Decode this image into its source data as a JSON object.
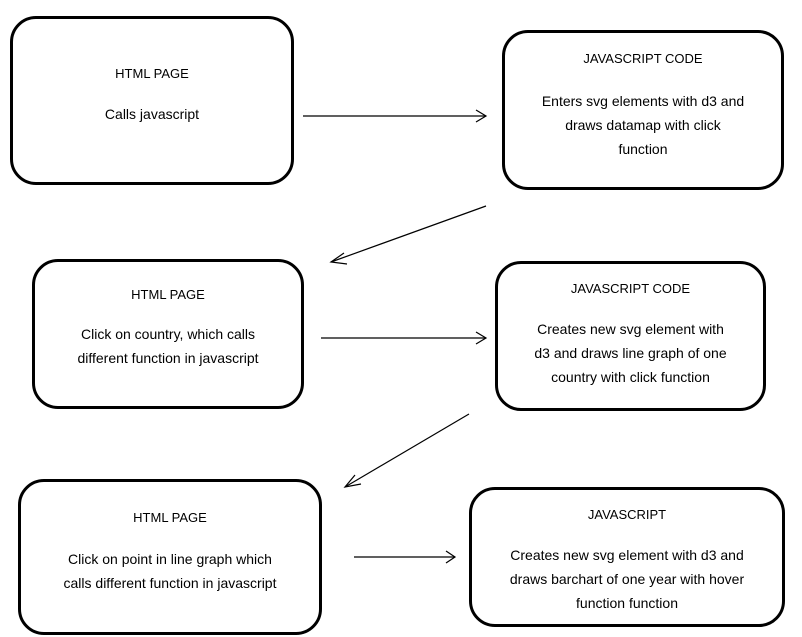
{
  "boxes": [
    {
      "title": "HTML PAGE",
      "lines": [
        "Calls javascript"
      ]
    },
    {
      "title": "JAVASCRIPT CODE",
      "lines": [
        "Enters svg elements with d3 and",
        "draws datamap with click",
        "function"
      ]
    },
    {
      "title": "HTML PAGE",
      "lines": [
        "Click on country, which calls",
        "different function in javascript"
      ]
    },
    {
      "title": "JAVASCRIPT CODE",
      "lines": [
        "Creates new svg element with",
        "d3 and draws line graph of one",
        "country with click function"
      ]
    },
    {
      "title": "HTML PAGE",
      "lines": [
        "Click on point in line graph which",
        "calls different function in javascript"
      ]
    },
    {
      "title": "JAVASCRIPT",
      "lines": [
        "Creates new svg element with d3 and",
        "draws barchart of one year with hover",
        "function function"
      ]
    }
  ]
}
